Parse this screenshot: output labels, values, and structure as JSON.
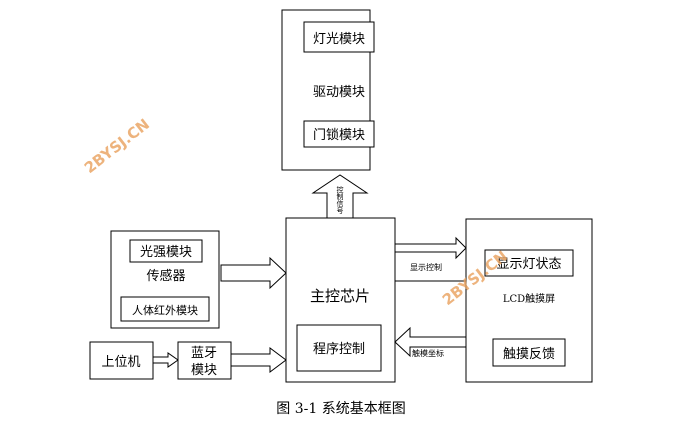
{
  "modules": {
    "drive": {
      "title": "驱动模块",
      "light": "灯光模块",
      "lock": "门锁模块"
    },
    "sensor": {
      "title": "传感器",
      "light_intensity": "光强模块",
      "pir": "人体红外模块"
    },
    "pc": {
      "label": "上位机"
    },
    "bluetooth": {
      "line1": "蓝牙",
      "line2": "模块"
    },
    "mcu": {
      "title": "主控芯片",
      "program": "程序控制"
    },
    "lcd": {
      "title": "LCD触摸屏",
      "light_status": "显示灯状态",
      "touch_feedback": "触摸反馈"
    }
  },
  "signals": {
    "control": "控制信号",
    "display_control": "显示控制",
    "touch_coords": "触模坐标"
  },
  "caption": "图 3-1  系统基本框图",
  "watermark": "2BYSJ.CN",
  "colors": {
    "watermark": "#e8a05c",
    "stroke": "#000000"
  }
}
